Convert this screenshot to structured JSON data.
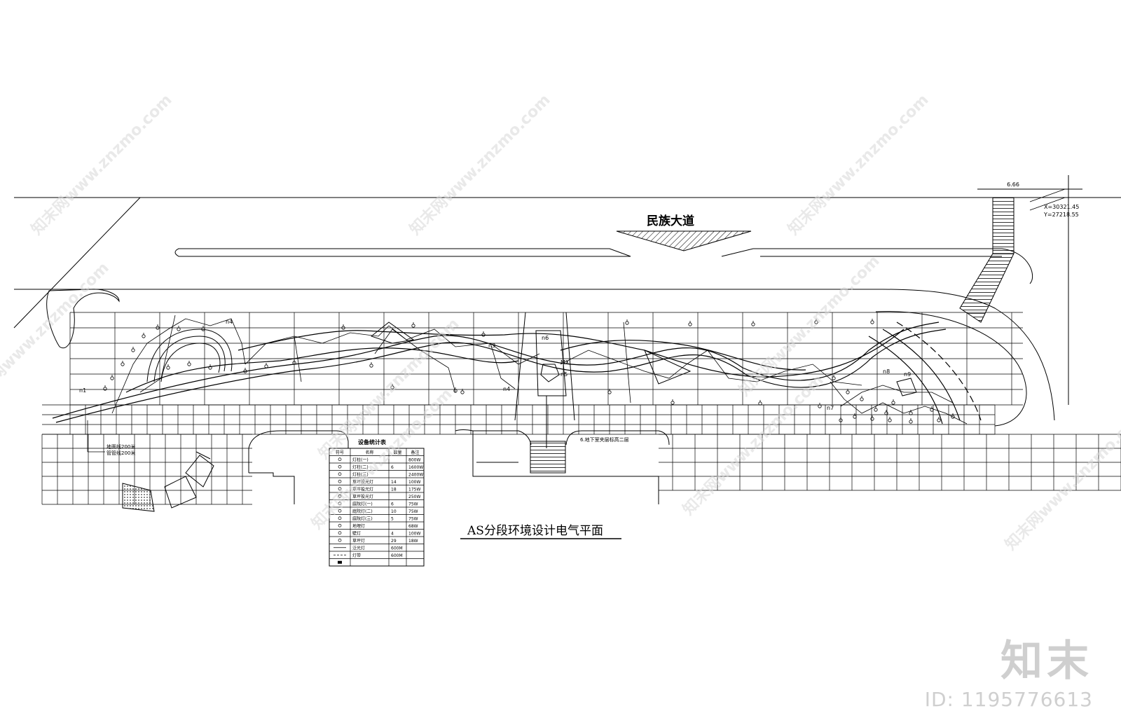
{
  "drawing": {
    "road_name": "民族大道",
    "title": "AS分段环境设计电气平面",
    "note_basement": "6.地下室夹层标高二层",
    "coord_ref": "6.66",
    "coord_x": "X=30321.45",
    "coord_y": "Y=27218.55"
  },
  "equipment_table": {
    "title": "设备统计表",
    "headers": [
      "符号",
      "名称",
      "数量",
      "备注"
    ],
    "rows": [
      {
        "name": "灯柱(一)",
        "qty": "",
        "note": "800W"
      },
      {
        "name": "灯柱(二)",
        "qty": "6",
        "note": "1600W"
      },
      {
        "name": "灯柱(三)",
        "qty": "",
        "note": "2400W"
      },
      {
        "name": "草坪投光灯",
        "qty": "14",
        "note": "100W"
      },
      {
        "name": "草坪投光灯",
        "qty": "18",
        "note": "175W"
      },
      {
        "name": "草坪投光灯",
        "qty": "",
        "note": "250W"
      },
      {
        "name": "庭院灯(一)",
        "qty": "6",
        "note": "75W"
      },
      {
        "name": "庭院灯(二)",
        "qty": "10",
        "note": "75W"
      },
      {
        "name": "庭院灯(三)",
        "qty": "5",
        "note": "75W"
      },
      {
        "name": "地埋灯",
        "qty": "",
        "note": "68W"
      },
      {
        "name": "壁灯",
        "qty": "4",
        "note": "100W"
      },
      {
        "name": "草坪灯",
        "qty": "29",
        "note": "18W"
      },
      {
        "name": "泛光灯",
        "qty": "600M",
        "note": ""
      },
      {
        "name": "灯带",
        "qty": "600M",
        "note": ""
      },
      {
        "name": "",
        "qty": "",
        "note": ""
      }
    ]
  },
  "legend_notes": {
    "n1": "地面线200米",
    "n2": "管管线200米"
  },
  "watermarks": {
    "text": "知末网www.znzmo.com",
    "brand": "知末",
    "id": "ID: 1195776613"
  }
}
